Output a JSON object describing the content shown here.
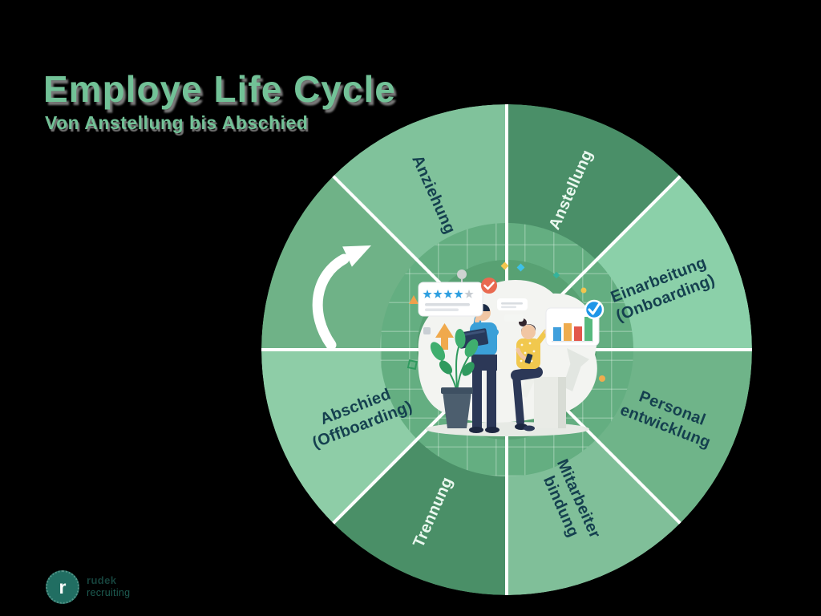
{
  "title": {
    "text": "Employe Life Cycle",
    "color": "#72c297",
    "shadow_color": "#808080"
  },
  "subtitle": {
    "text": "Von Anstellung bis Abschied"
  },
  "wheel": {
    "divider_color": "#ffffff",
    "center_ring_color": "#64ae81",
    "center_core_color": "#58a173",
    "cycle_arrow_color": "#ffffff",
    "segments": [
      {
        "id": "anstellung",
        "label": "Anstellung",
        "label2": "",
        "fill": "#4a8f68",
        "text_color": "#eaf8ef"
      },
      {
        "id": "einarbeitung-onboarding",
        "label": "Einarbeitung",
        "label2": "(Onboarding)",
        "fill": "#8bd0a9",
        "text_color": "#15404f"
      },
      {
        "id": "personalentwicklung",
        "label": "Personal",
        "label2": "entwicklung",
        "fill": "#6fb489",
        "text_color": "#15404f"
      },
      {
        "id": "mitarbeiterbindung",
        "label": "Mitarbeiter",
        "label2": "bindung",
        "fill": "#80bf99",
        "text_color": "#15404f"
      },
      {
        "id": "trennung",
        "label": "Trennung",
        "label2": "",
        "fill": "#4a8f67",
        "text_color": "#eaf8ef"
      },
      {
        "id": "abschied-offboarding",
        "label": "Abschied",
        "label2": "(Offboarding)",
        "fill": "#8ecda7",
        "text_color": "#15404f"
      },
      {
        "id": "cycle-arrow-segment",
        "label": "",
        "label2": "",
        "fill": "#6fb287",
        "text_color": "#ffffff"
      },
      {
        "id": "anziehung",
        "label": "Anziehung",
        "label2": "",
        "fill": "#80c29b",
        "text_color": "#15404f"
      }
    ]
  },
  "illustration": {
    "scene": "two employees working with laptop and phone",
    "rating_card": {
      "stars_filled": 4,
      "stars_total": 5,
      "star_color": "#2e9fe0",
      "star_empty_color": "#c7ccd1"
    },
    "chart_card": {
      "bar_colors": [
        "#3f9fdc",
        "#efac4e",
        "#e2574c",
        "#57b97e"
      ],
      "check_badge_color": "#1e96e8"
    },
    "approved_badge_color": "#e96a50",
    "shirt_color": "#3ba0d8",
    "blouse_color": "#f1c84e"
  },
  "logo": {
    "mark": "r",
    "circle_color": "#216e62",
    "line1": "rudek",
    "line2": "recruiting"
  }
}
